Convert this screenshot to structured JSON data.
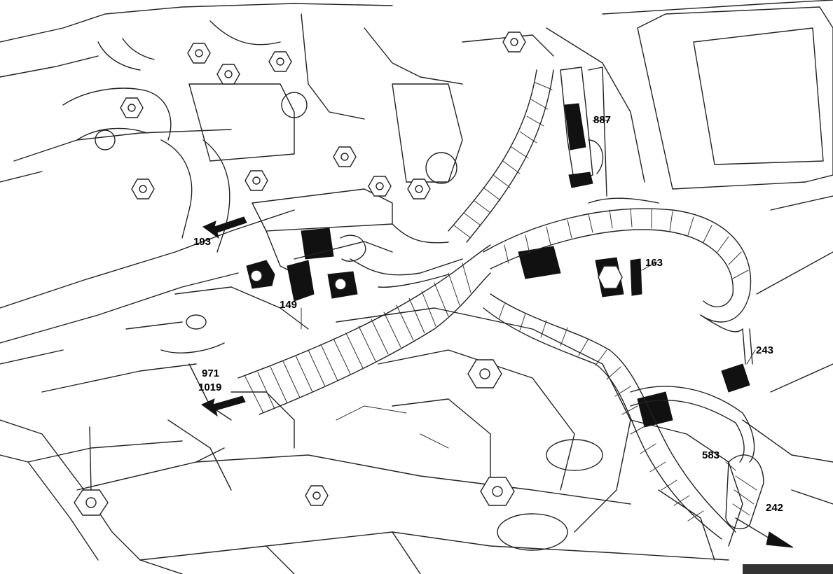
{
  "callouts": {
    "c887": "887",
    "c193": "193",
    "c163": "163",
    "c149": "149",
    "c243": "243",
    "c971": "971",
    "c1019": "1019",
    "c583": "583",
    "c242": "242"
  },
  "colors": {
    "ink": "#111111",
    "paper": "#ffffff"
  }
}
